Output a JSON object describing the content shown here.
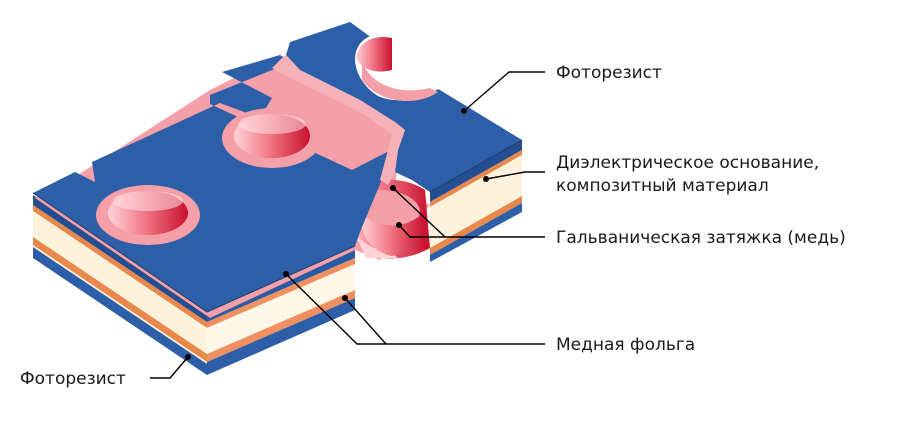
{
  "colors": {
    "photoresist": "#2d5ea8",
    "photoresist_side": "#244e8f",
    "copper_plating": "#f5a0a8",
    "hole_inner": "#e0364a",
    "dielectric": "#fdf3dc",
    "copper_foil": "#e8884d"
  },
  "labels": {
    "photoresist_top": "Фоторезист",
    "dielectric_line1": "Диэлектрическое основание,",
    "dielectric_line2": "композитный материал",
    "plating": "Гальваническая затяжка (медь)",
    "copper_foil": "Медная фольга",
    "photoresist_bottom": "Фоторезист"
  }
}
